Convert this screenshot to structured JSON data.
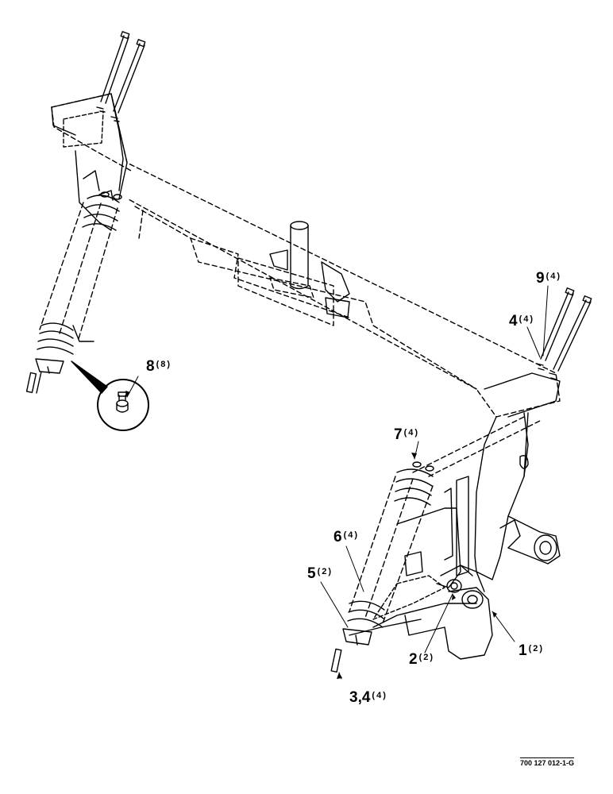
{
  "callouts": [
    {
      "id": "c1",
      "number": "1",
      "qty": "(2)"
    },
    {
      "id": "c2",
      "number": "2",
      "qty": "(2)"
    },
    {
      "id": "c34",
      "number": "3,4",
      "qty": "(4)"
    },
    {
      "id": "c4",
      "number": "4",
      "qty": "(4)"
    },
    {
      "id": "c5",
      "number": "5",
      "qty": "(2)"
    },
    {
      "id": "c6",
      "number": "6",
      "qty": "(4)"
    },
    {
      "id": "c7",
      "number": "7",
      "qty": "(4)"
    },
    {
      "id": "c8",
      "number": "8",
      "qty": "(8)"
    },
    {
      "id": "c9",
      "number": "9",
      "qty": "(4)"
    }
  ],
  "drawing_number": "700 127 012-1-G",
  "colors": {
    "line": "#000000",
    "background": "#ffffff"
  }
}
